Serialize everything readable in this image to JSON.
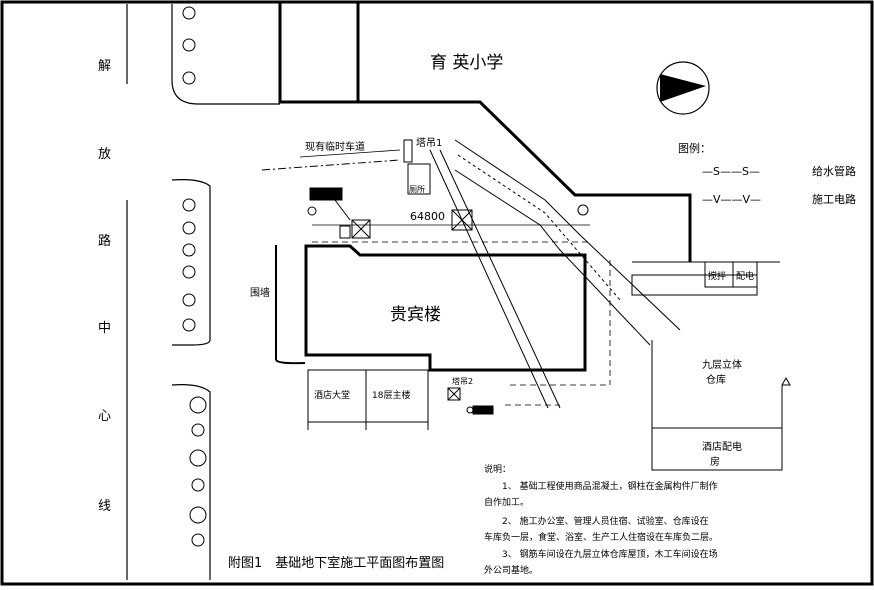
{
  "labels": {
    "school": "育 英小学",
    "road_chars": [
      "解",
      "放",
      "路",
      "中",
      "心",
      "线"
    ],
    "temp_road": "现有临时车道",
    "crane1": "塔吊1",
    "toilet": "厕所",
    "dim_width": "64800",
    "fence": "围墙",
    "main_building": "贵宾楼",
    "bldg_hall": "酒店大堂",
    "bldg_18f": "18层主楼",
    "crane2": "塔吊2",
    "mixer": "搅拌",
    "power": "配电",
    "warehouse": [
      "九层立体",
      "仓库"
    ],
    "hotel_room": [
      "酒店配电",
      "房"
    ],
    "legend_title": "图例：",
    "legend_water_symbol": "—S——S—",
    "legend_water": "给水管路",
    "legend_power_symbol": "—V——V—",
    "legend_power": "施工电路",
    "notes_title": "说明：",
    "notes": [
      "1、 基础工程使用商品混凝土，钢柱在金属构件厂制作",
      "自作加工。",
      "2、 施工办公室、管理人员住宿、试验室、仓库设在",
      "车库负一层，食堂、浴室、生产工人住宿设在车库负二层。",
      "3、 钢筋车间设在九层立体仓库屋顶，木工车间设在场",
      "外公司基地。"
    ],
    "figure_title": "附图1　基础地下室施工平面图布置图"
  }
}
